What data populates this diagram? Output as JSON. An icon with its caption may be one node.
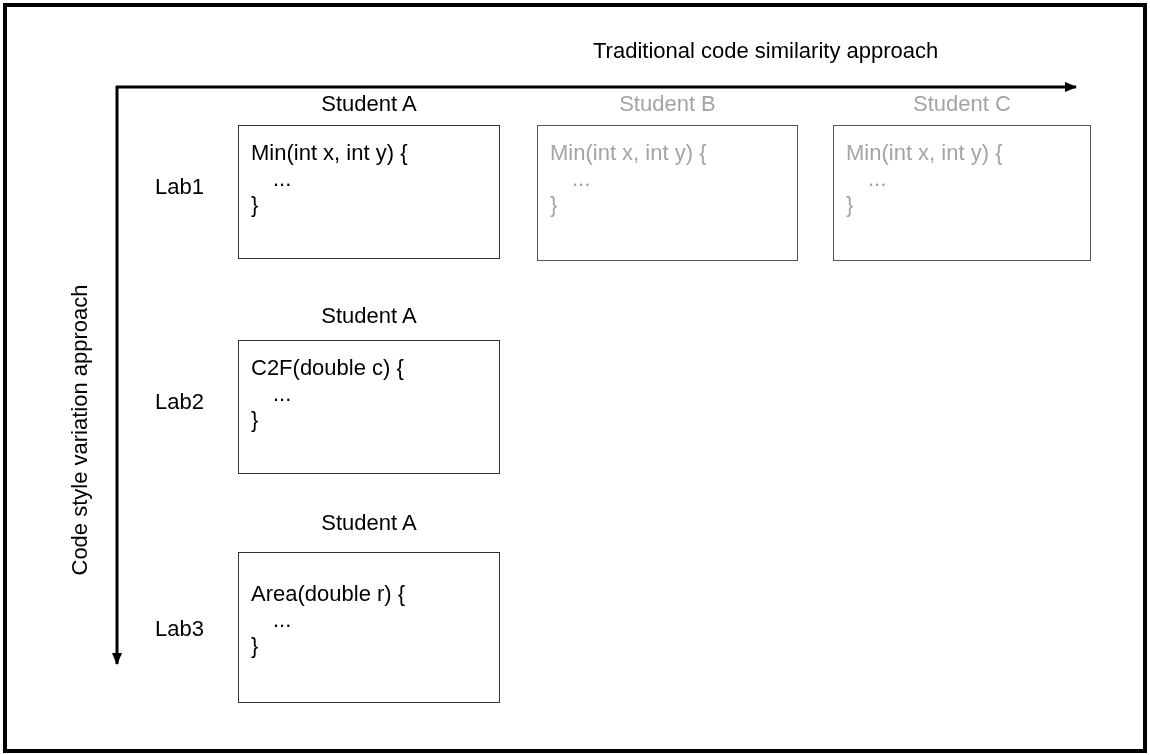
{
  "diagram": {
    "nodes": [
      {
        "text": [
          "Student A",
          "Min(int x, int y) {",
          "...",
          "}"
        ]
      },
      {
        "text": [
          "Student B",
          "Min(int x, int y) {",
          "...",
          "}"
        ]
      },
      {
        "text": [
          "Student C",
          "Min(int x, int y) {",
          "...",
          "}"
        ]
      },
      {
        "text": [
          "Student A",
          "C2F(double c) {",
          "...",
          "}"
        ]
      },
      {
        "text": [
          "Student A",
          "Area(double r) {",
          "...",
          "}"
        ]
      }
    ],
    "edges": [],
    "labels": [
      "Traditional code similarity approach",
      "Code style variation approach",
      "Lab1",
      "Lab2",
      "Lab3"
    ]
  }
}
